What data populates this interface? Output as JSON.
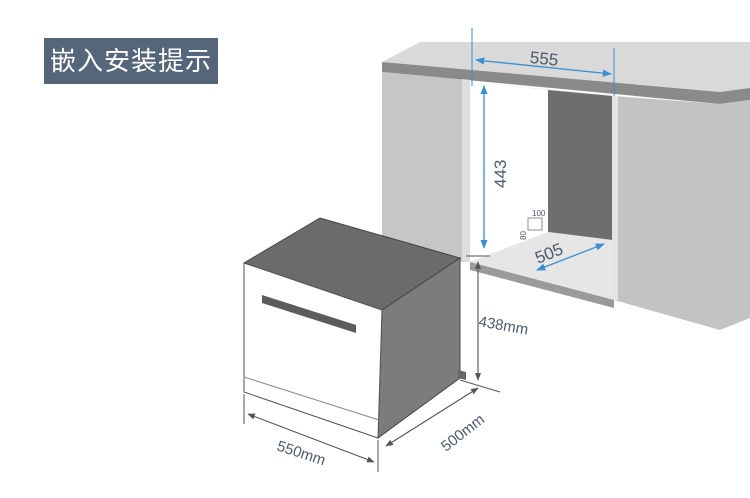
{
  "title": "嵌入安装提示",
  "dimensions": {
    "cabinet_width": "555",
    "cabinet_height": "443",
    "cabinet_depth": "505",
    "notch_width": "100",
    "notch_height": "80",
    "unit_height": "438mm",
    "unit_width": "550mm",
    "unit_depth": "500mm"
  },
  "colors": {
    "title_bg": "#55667a",
    "dimension_line": "#3a8fd0",
    "cabinet_gray": "#c3c3c3",
    "appliance_dark": "#6b6b6b"
  }
}
